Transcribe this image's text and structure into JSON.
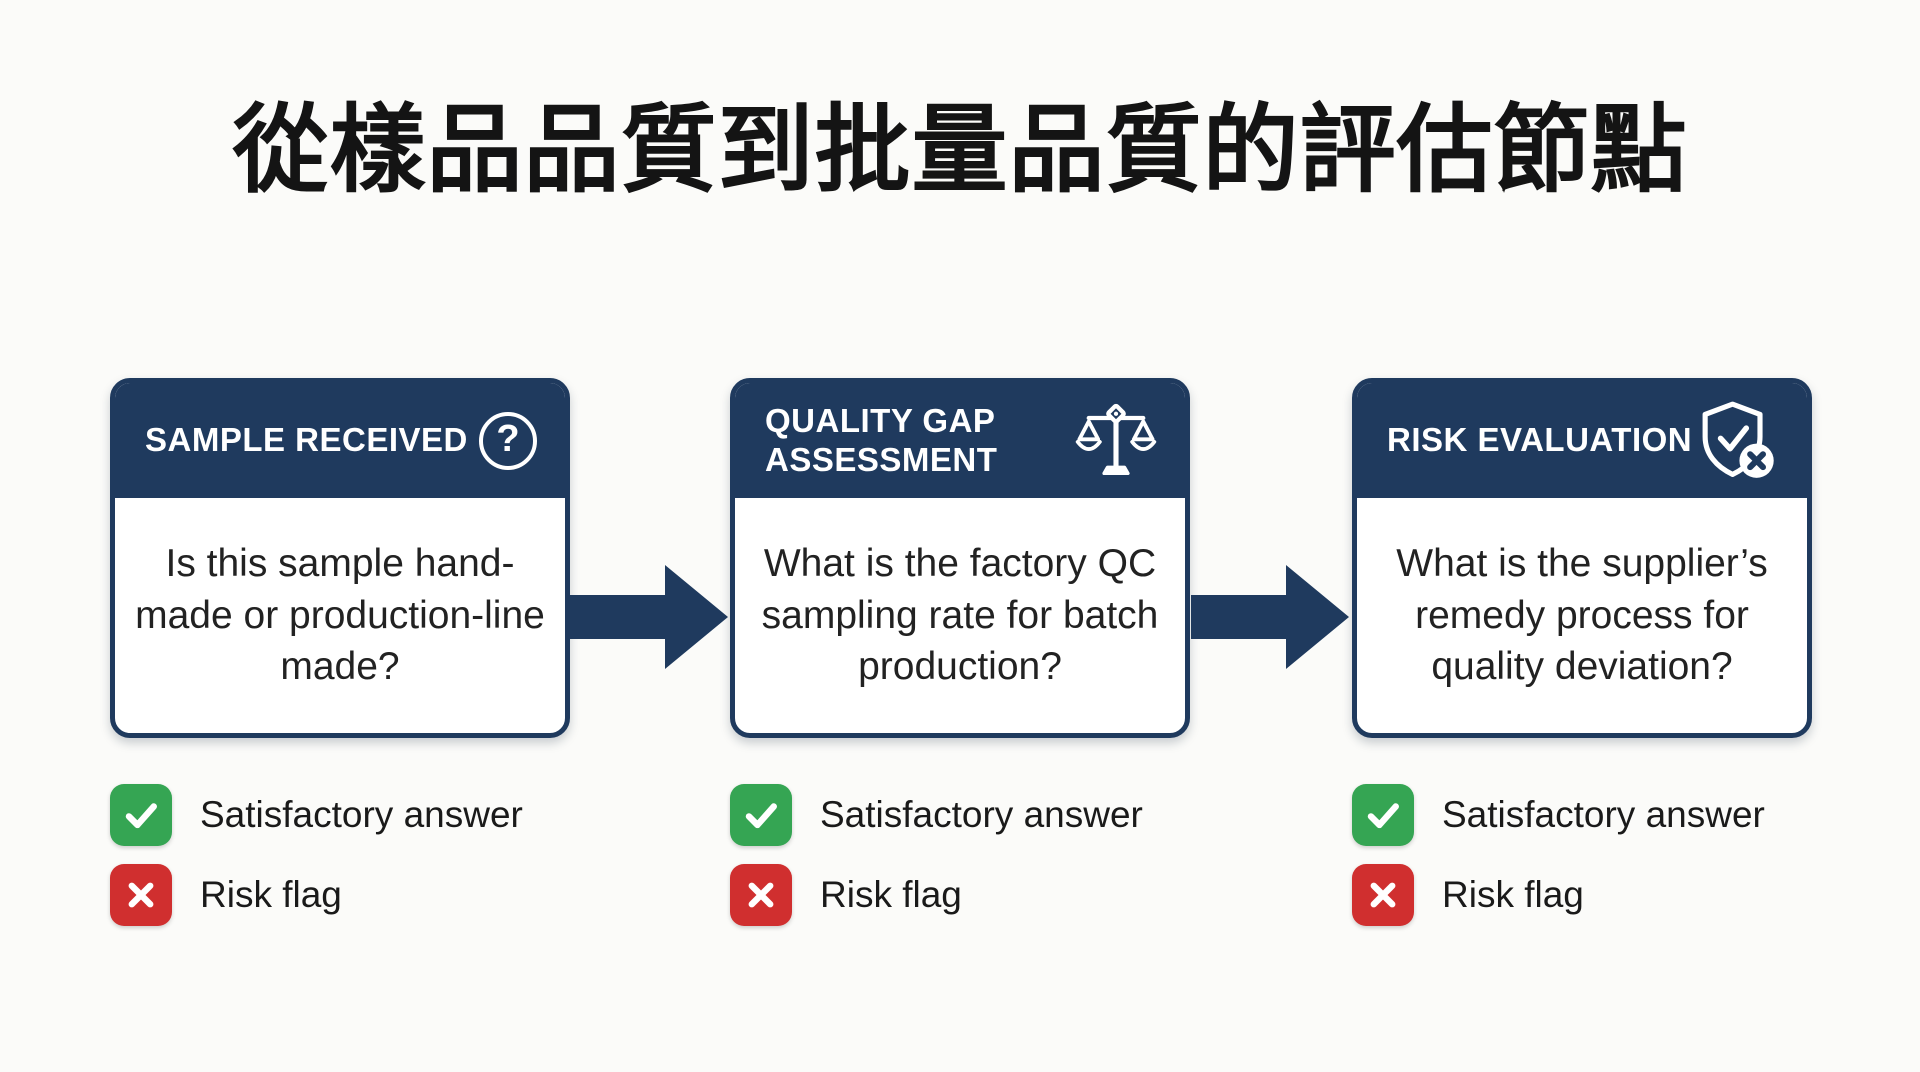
{
  "title": "從樣品品質到批量品質的評估節點",
  "colors": {
    "navy": "#1f3a5e",
    "green": "#35a553",
    "red": "#d02f2f",
    "background": "#fbfbf9"
  },
  "steps": [
    {
      "header": "SAMPLE RECEIVED",
      "icon": "question-circle-icon",
      "question": "Is this sample hand-made or production-line made?"
    },
    {
      "header": "QUALITY GAP ASSESSMENT",
      "icon": "balance-scale-icon",
      "question": "What is the factory QC sampling rate for batch production?"
    },
    {
      "header": "RISK EVALUATION",
      "icon": "shield-check-icon",
      "question": "What is the supplier’s remedy process for quality deviation?"
    }
  ],
  "legend": {
    "positive": "Satisfactory answer",
    "negative": "Risk flag"
  },
  "icons": {
    "question_glyph": "?"
  }
}
